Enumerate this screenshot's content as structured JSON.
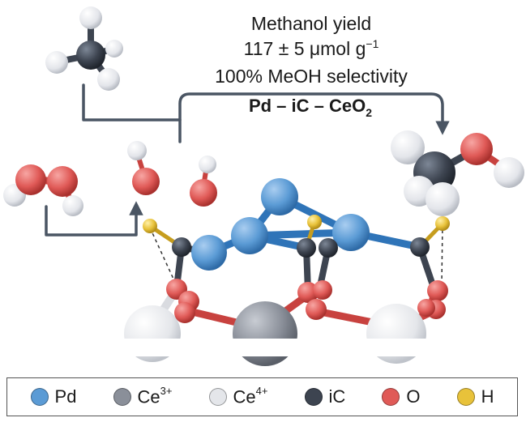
{
  "annotation": {
    "line1": "Methanol yield",
    "line2": "117 ± 5 μmol g",
    "line2_sup": "−1",
    "line3": "100% MeOH selectivity",
    "catalyst_main": "Pd – iC – CeO",
    "catalyst_sub": "2"
  },
  "legend": {
    "pd": "Pd",
    "ce3_base": "Ce",
    "ce3_sup": "3+",
    "ce4_base": "Ce",
    "ce4_sup": "4+",
    "ic": "iC",
    "o": "O",
    "h": "H"
  },
  "colors": {
    "pd": "#5b9bd5",
    "ce3": "#8a8f99",
    "ce4": "#e4e6ea",
    "ic": "#3d4450",
    "o": "#e05a57",
    "h": "#e8c23a",
    "arrow": "#4a5563",
    "bond_pd": "#2f74b8",
    "bond_o": "#c8423f"
  }
}
